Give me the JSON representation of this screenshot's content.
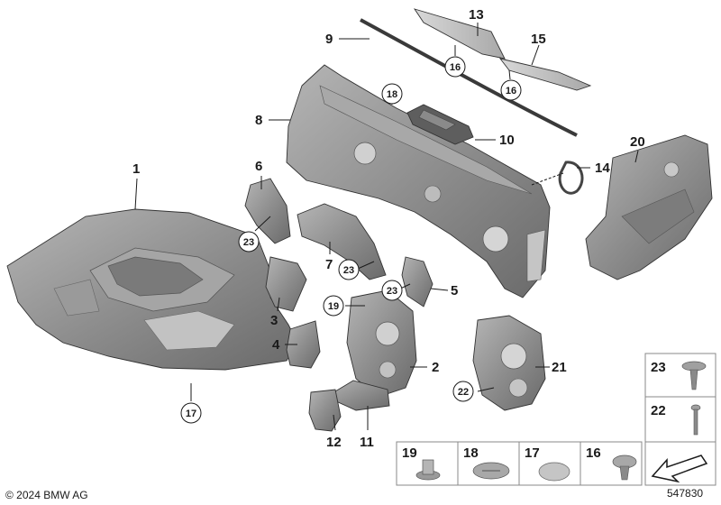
{
  "parts": [
    {
      "id": "p1",
      "label": "1"
    },
    {
      "id": "p2",
      "label": "2"
    },
    {
      "id": "p3",
      "label": "3"
    },
    {
      "id": "p4",
      "label": "4"
    },
    {
      "id": "p5",
      "label": "5"
    },
    {
      "id": "p6",
      "label": "6"
    },
    {
      "id": "p7",
      "label": "7"
    },
    {
      "id": "p8",
      "label": "8"
    },
    {
      "id": "p9",
      "label": "9"
    },
    {
      "id": "p10",
      "label": "10"
    },
    {
      "id": "p11",
      "label": "11"
    },
    {
      "id": "p12",
      "label": "12"
    },
    {
      "id": "p13",
      "label": "13"
    },
    {
      "id": "p14",
      "label": "14"
    },
    {
      "id": "p15",
      "label": "15"
    },
    {
      "id": "p20",
      "label": "20"
    },
    {
      "id": "p21",
      "label": "21"
    }
  ],
  "circled_labels": {
    "c16a": "16",
    "c16b": "16",
    "c17": "17",
    "c18": "18",
    "c19": "19",
    "c22": "22",
    "c23a": "23",
    "c23b": "23",
    "c23c": "23"
  },
  "legend": {
    "boxes": [
      "19",
      "18",
      "17",
      "16"
    ],
    "side_top": "23",
    "side_bottom": "22"
  },
  "footer": {
    "copyright": "© 2024 BMW AG",
    "diagram_id": "547830"
  },
  "colors": {
    "part_fill": "#8c8c8c",
    "part_dark": "#6e6e6e",
    "part_light": "#bdbdbd",
    "outline": "#333333"
  }
}
